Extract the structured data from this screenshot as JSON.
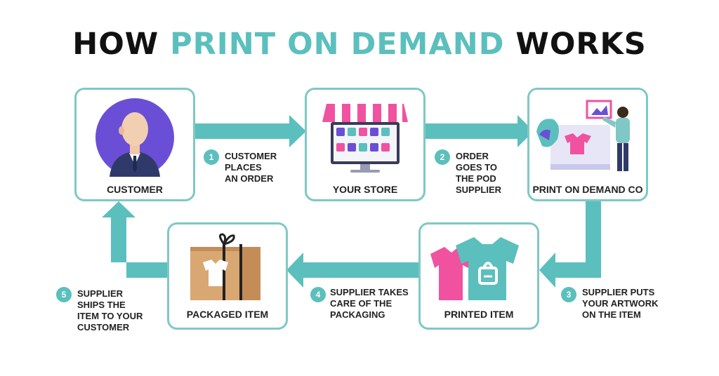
{
  "title": {
    "part1": "HOW ",
    "accent": "PRINT ON DEMAND",
    "part2": " WORKS"
  },
  "colors": {
    "accent": "#5bbfbd",
    "border": "#7fc8c5",
    "pink": "#f052a0",
    "purple": "#6a4fd6",
    "navy": "#2f3a6a",
    "cardboard": "#d9a772"
  },
  "boxes": {
    "customer": "CUSTOMER",
    "store": "YOUR STORE",
    "pod": "PRINT ON DEMAND CO",
    "printed": "PRINTED ITEM",
    "packaged": "PACKAGED ITEM"
  },
  "steps": [
    {
      "num": "1",
      "lines": [
        "CUSTOMER",
        "PLACES",
        "AN ORDER"
      ]
    },
    {
      "num": "2",
      "lines": [
        "ORDER",
        "GOES TO",
        "THE POD",
        "SUPPLIER"
      ]
    },
    {
      "num": "3",
      "lines": [
        "SUPPLIER PUTS",
        "YOUR ARTWORK",
        "ON THE ITEM"
      ]
    },
    {
      "num": "4",
      "lines": [
        "SUPPLIER TAKES",
        "CARE OF THE",
        "PACKAGING"
      ]
    },
    {
      "num": "5",
      "lines": [
        "SUPPLIER",
        "SHIPS THE",
        "ITEM TO YOUR",
        "CUSTOMER"
      ]
    }
  ]
}
